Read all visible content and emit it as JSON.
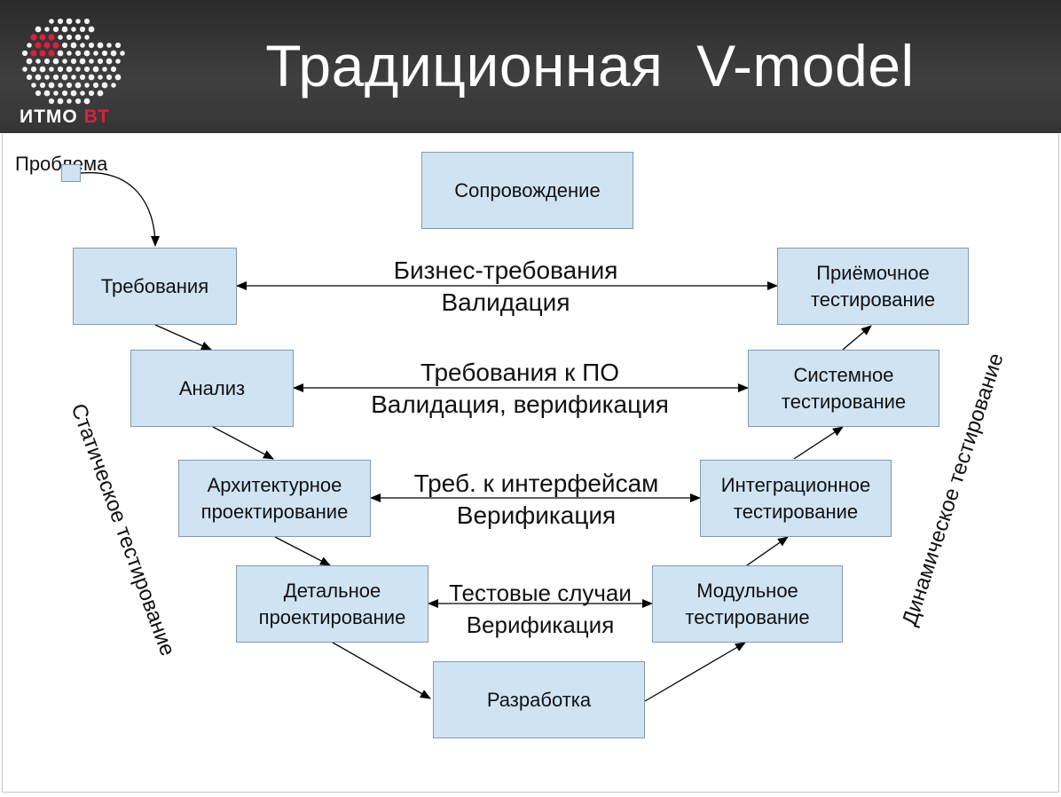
{
  "header": {
    "title": "Традиционная  V-model",
    "logo_text_main": "ИТМО ",
    "logo_text_accent": "ВТ"
  },
  "colors": {
    "header_bg": "#333333",
    "box_fill": "#cfe3f2",
    "box_border": "#7e9bb3",
    "logo_accent": "#d9213f"
  },
  "diagram": {
    "start_label": "Проблема",
    "boxes": {
      "support": "Сопровождение",
      "requirements": "Требования",
      "analysis": "Анализ",
      "architecture": "Архитектурное проектирование",
      "detailed": "Детальное проектирование",
      "development": "Разработка",
      "unit_testing": "Модульное тестирование",
      "integration_testing": "Интеграционное тестирование",
      "system_testing": "Системное тестирование",
      "acceptance_testing": "Приёмочное тестирование"
    },
    "relations": {
      "business_top": "Бизнес-требования",
      "business_bottom": "Валидация",
      "software_top": "Требования к ПО",
      "software_bottom": "Валидация, верификация",
      "interface_top": "Треб. к интерфейсам",
      "interface_bottom": "Верификация",
      "tests_top": "Тестовые случаи",
      "tests_bottom": "Верификация"
    },
    "side_labels": {
      "static": "Статическое тестирование",
      "dynamic": "Динамическое тестирование"
    }
  }
}
